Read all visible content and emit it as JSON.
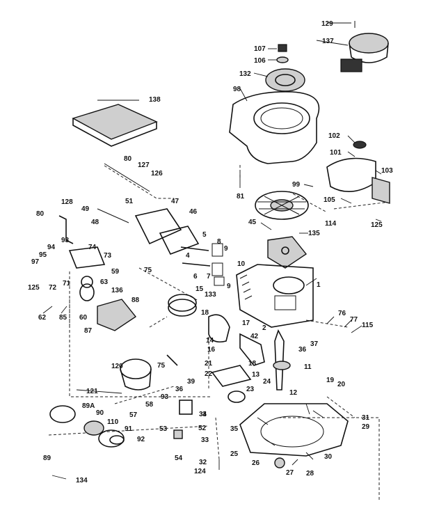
{
  "callouts": {
    "c129": "129",
    "c137": "137",
    "c107": "107",
    "c106": "106",
    "c132": "132",
    "c98": "98",
    "c138": "138",
    "c102": "102",
    "c101": "101",
    "c103": "103",
    "c80a": "80",
    "c127": "127",
    "c126": "126",
    "c99": "99",
    "c81": "81",
    "c105": "105",
    "c114": "114",
    "c125a": "125",
    "c45": "45",
    "c135": "135",
    "c128": "128",
    "c49": "49",
    "c51": "51",
    "c47": "47",
    "c46": "46",
    "c48": "48",
    "c80b": "80",
    "c93": "93",
    "c5": "5",
    "c8": "8",
    "c9a": "9",
    "c94": "94",
    "c74": "74",
    "c73": "73",
    "c95": "95",
    "c97": "97",
    "c4": "4",
    "c10": "10",
    "c59": "59",
    "c75a": "75",
    "c6": "6",
    "c7": "7",
    "c125b": "125",
    "c72": "72",
    "c71": "71",
    "c63": "63",
    "c1": "1",
    "c9b": "9",
    "c136": "136",
    "c15": "15",
    "c133": "133",
    "c88": "88",
    "c62": "62",
    "c85": "85",
    "c60": "60",
    "c18a": "18",
    "c87": "87",
    "c17": "17",
    "c76": "76",
    "c77": "77",
    "c115": "115",
    "c2": "2",
    "c14": "14",
    "c16": "16",
    "c42": "42",
    "c36a": "36",
    "c37": "37",
    "c18b": "18",
    "c21": "21",
    "c120": "120",
    "c75b": "75",
    "c22": "22",
    "c11": "11",
    "c13": "13",
    "c39": "39",
    "c36b": "36",
    "c19": "19",
    "c20": "20",
    "c24": "24",
    "c12": "12",
    "c121": "121",
    "c93b": "93",
    "c23": "23",
    "c89a": "89A",
    "c58": "58",
    "c57": "57",
    "c90": "90",
    "c110": "110",
    "c3": "3",
    "c31": "31",
    "c29": "29",
    "c53": "53",
    "c52": "52",
    "c35": "35",
    "c91": "91",
    "c92": "92",
    "c33": "33",
    "c34": "34",
    "c54": "54",
    "c89": "89",
    "c25": "25",
    "c30": "30",
    "c32": "32",
    "c124": "124",
    "c26": "26",
    "c27": "27",
    "c28": "28",
    "c134": "134"
  }
}
